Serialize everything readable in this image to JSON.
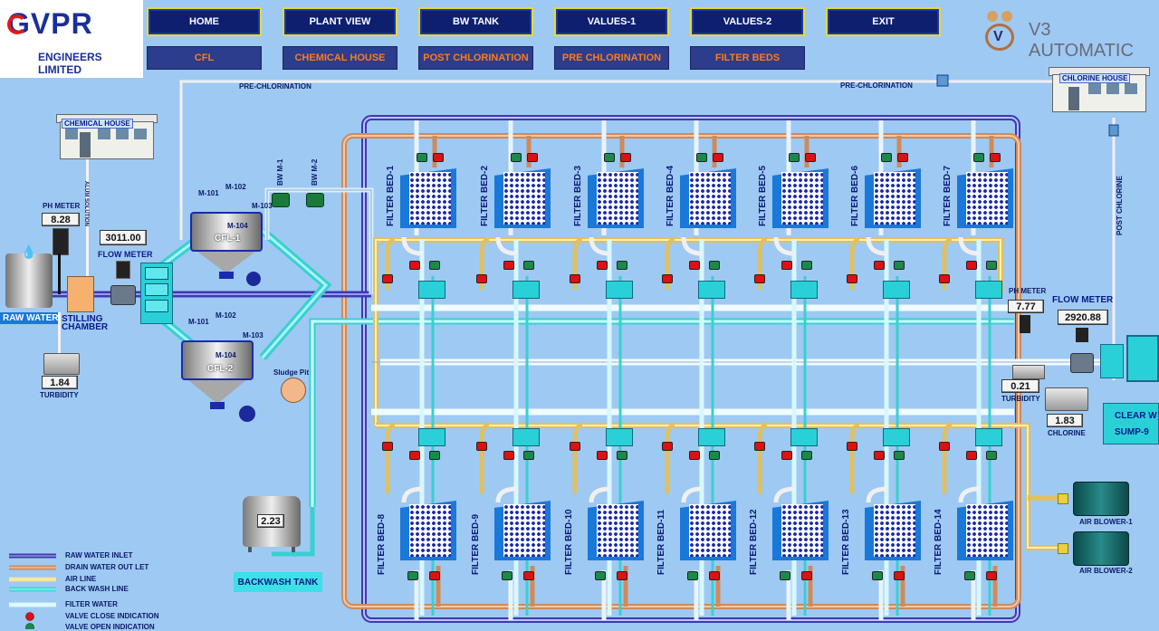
{
  "brand": {
    "company": "GVPR",
    "company_sub": "ENGINEERS LIMITED",
    "partner": "V3 AUTOMATIC"
  },
  "nav": [
    {
      "label": "HOME"
    },
    {
      "label": "PLANT VIEW"
    },
    {
      "label": "BW  TANK"
    },
    {
      "label": "VALUES-1"
    },
    {
      "label": "VALUES-2"
    },
    {
      "label": "EXIT"
    }
  ],
  "subnav": [
    {
      "label": "CFL"
    },
    {
      "label": "CHEMICAL HOUSE"
    },
    {
      "label": "POST  CHLORINATION"
    },
    {
      "label": "PRE CHLORINATION"
    },
    {
      "label": "FILTER BEDS"
    }
  ],
  "labels": {
    "pre_chlor_left": "PRE-CHLORINATION",
    "pre_chlor_right": "PRE-CHLORINATION",
    "post_chlorine": "POST CHLORINE",
    "chemical_house": "CHEMICAL HOUSE",
    "chlorine_house": "CHLORINE HOUSE",
    "alum_solution": "ALUM SOLUTION",
    "ph_meter_left": "PH METER",
    "ph_meter_right": "PH METER",
    "flow_meter_left": "FLOW METER",
    "flow_meter_right": "FLOW METER",
    "raw_water": "RAW WATER",
    "stilling_chamber_1": "STILLING",
    "stilling_chamber_2": "CHAMBER",
    "turbidity_left": "TURBIDITY",
    "turbidity_right": "TURBIDITY",
    "chlorine": "CHLORINE",
    "sludge_pit": "Sludge Pit",
    "backwash_tank": "BACKWASH TANK",
    "clear_sump_1": "CLEAR W",
    "clear_sump_2": "SUMP-9",
    "air_blower_1": "AIR BLOWER-1",
    "air_blower_2": "AIR BLOWER-2",
    "bw_m1": "BW M-1",
    "bw_m2": "BW M-2",
    "cfl1": "CFL-1",
    "cfl2": "CFL-2",
    "m101a": "M-101",
    "m102a": "M-102",
    "m103a": "M-103",
    "m104a": "M-104",
    "m101b": "M-101",
    "m102b": "M-102",
    "m103b": "M-103",
    "m104b": "M-104"
  },
  "values": {
    "ph_left": "8.28",
    "flow_left": "3011.00",
    "turbidity_left": "1.84",
    "backwash_level": "2.23",
    "ph_right": "7.77",
    "flow_right": "2920.88",
    "turbidity_right": "0.21",
    "chlorine": "1.83"
  },
  "filter_beds_top": [
    "FILTER BED-1",
    "FILTER BED-2",
    "FILTER BED-3",
    "FILTER BED-4",
    "FILTER BED-5",
    "FILTER BED-6",
    "FILTER BED-7"
  ],
  "filter_beds_bottom": [
    "FILTER BED-8",
    "FILTER BED-9",
    "FILTER BED-10",
    "FILTER BED-11",
    "FILTER BED-12",
    "FILTER BED-13",
    "FILTER BED-14"
  ],
  "legend": [
    {
      "label": "RAW WATER INLET",
      "color": "#3b3bb0"
    },
    {
      "label": "DRAIN WATER OUT LET",
      "color": "#d08a5a"
    },
    {
      "label": "AIR LINE",
      "color": "#f4e08a"
    },
    {
      "label": "BACK WASH LINE",
      "color": "#3ad8d8"
    },
    {
      "label": "FILTER WATER",
      "color": "#d8f8ff"
    },
    {
      "label": "VALVE CLOSE INDICATION",
      "color": "#e01010"
    },
    {
      "label": "VALVE OPEN INDICATION",
      "color": "#1a8a4a"
    }
  ],
  "colors": {
    "background": "#9ec9f2",
    "nav_bg": "#0d1f6e",
    "nav_border": "#e8d838",
    "subnav_text": "#ff7a1a"
  }
}
